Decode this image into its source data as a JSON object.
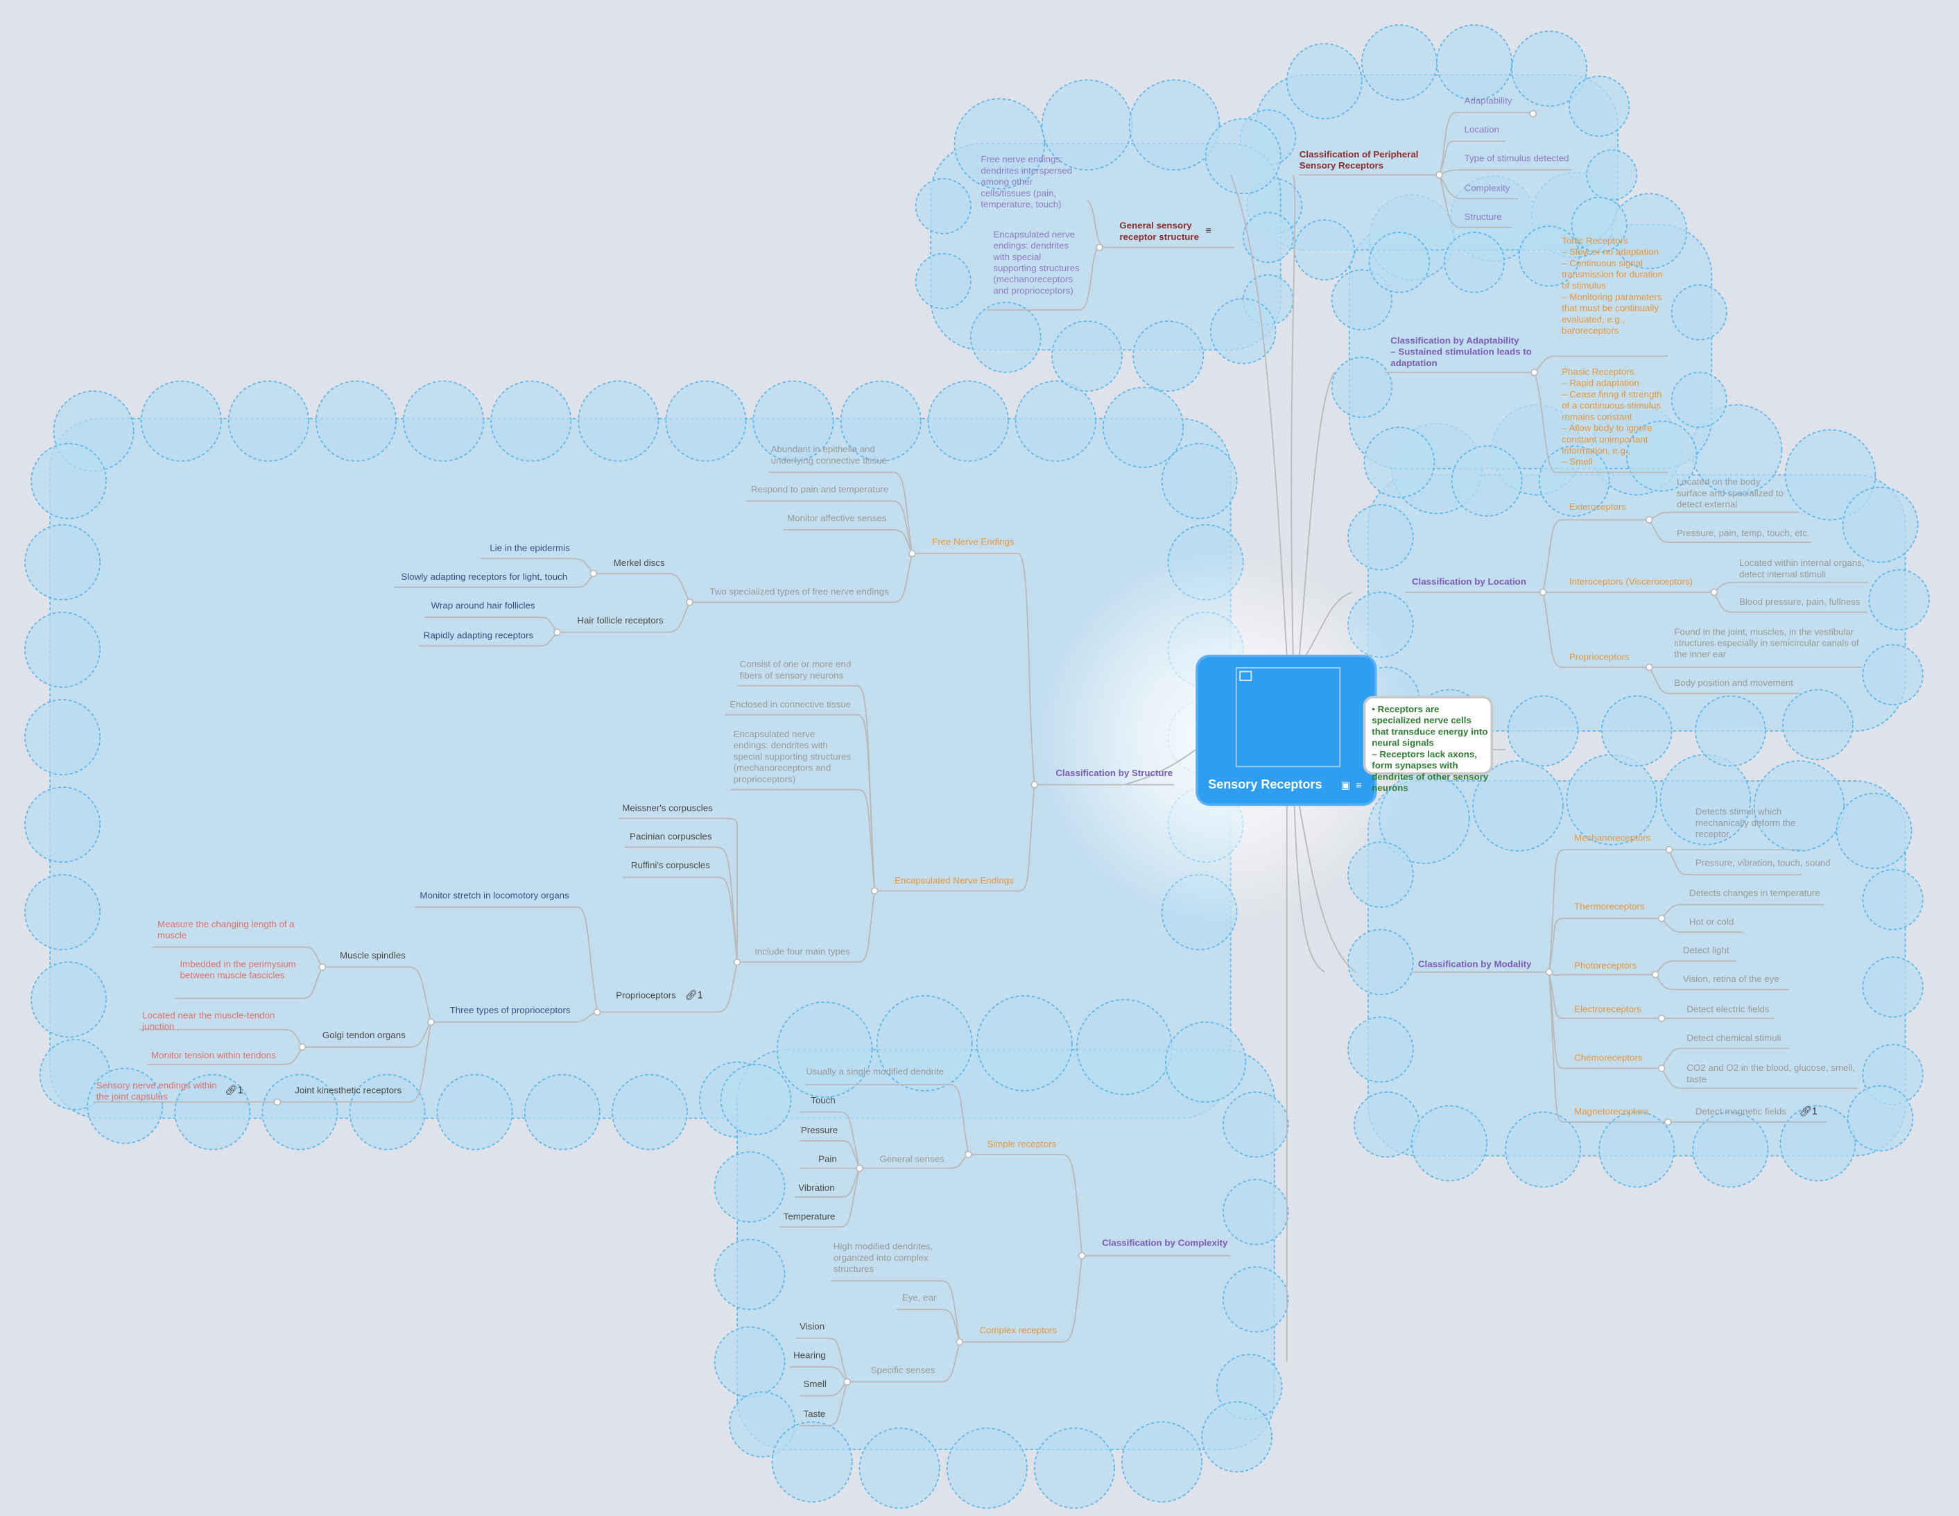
{
  "root": {
    "title": "Sensory Receptors",
    "image_icon": "image-icon",
    "note_icon": "note-icon"
  },
  "root_note": "• Receptors are specialized nerve cells that transduce energy into neural signals\n– Receptors lack axons, form synapses with dendrites of other sensory neurons",
  "general_structure": {
    "title": "General sensory receptor structure",
    "items": [
      "Free nerve endings: dendrites interspersed among other cells/tissues (pain, temperature, touch)",
      "Encapsulated nerve endings: dendrites with special supporting structures (mechanoreceptors and proprioceptors)"
    ]
  },
  "peripheral": {
    "title": "Classification of Peripheral Sensory Receptors",
    "items": [
      "Adaptability",
      "Location",
      "Type of stimulus detected",
      "Complexity",
      "Structure"
    ]
  },
  "adaptability": {
    "title": "Classification by Adaptability\n– Sustained stimulation leads to adaptation",
    "tonic": "Tonic Receptors\n– Slow or no adaptation\n– Continuous signal transmission for duration of stimulus\n– Monitoring parameters that must be continually evaluated, e.g., baroreceptors",
    "phasic": "Phasic Receptors\n– Rapid adaptation\n– Cease firing if strength of a continuous stimulus remains constant\n– Allow body to ignore constant unimportant information, e.g.,\n– Smell"
  },
  "location": {
    "title": "Classification by Location",
    "extero": "Exteroceptors",
    "extero_items": [
      "Located on the body surface and specialized to detect external",
      "Pressure, pain, temp, touch, etc."
    ],
    "intero": "Interoceptors (Visceroceptors)",
    "intero_items": [
      "Located within internal organs, detect internal stimuli",
      "Blood pressure, pain, fullness"
    ],
    "proprio": "Proprioceptors",
    "proprio_items": [
      "Found in the joint, muscles, in the vestibular structures especially in semicircular canals of the inner ear",
      "Body position and movement"
    ]
  },
  "modality": {
    "title": "Classification by Modality",
    "mechano": "Mechanoreceptors",
    "mechano_items": [
      "Detects stimuli which mechanically deform the receptor",
      "Pressure, vibration, touch, sound"
    ],
    "thermo": "Thermoreceptors",
    "thermo_items": [
      "Detects changes in temperature",
      "Hot or cold"
    ],
    "photo": "Photoreceptors",
    "photo_items": [
      "Detect light",
      "Vision, retina of the eye"
    ],
    "electro": "Electroreceptors",
    "electro_items": [
      "Detect electric fields"
    ],
    "chemo": "Chemoreceptors",
    "chemo_items": [
      "Detect chemical stimuli",
      "CO2 and O2 in the blood, glucose, smell, taste"
    ],
    "magneto": "Magnetoreceptors",
    "magneto_items": [
      "Detect magnetic fields"
    ],
    "link_count": "1"
  },
  "structure": {
    "title": "Classification by Structure",
    "free": "Free Nerve Endings",
    "free_items": [
      "Abundant in epithelia and underlying connective tissue",
      "Respond to pain and temperature",
      "Monitor affective senses",
      "Two specialized types of free nerve endings"
    ],
    "merkel": "Merkel discs",
    "merkel_items": [
      "Lie in the epidermis",
      "Slowly adapting receptors for light, touch"
    ],
    "hair": "Hair follicle receptors",
    "hair_items": [
      "Wrap around hair follicles",
      "Rapidly adapting receptors"
    ],
    "encap": "Encapsulated Nerve Endings",
    "encap_items": [
      "Consist of one or more end fibers of sensory neurons",
      "Enclosed in connective tissue",
      "Encapsulated nerve endings: dendrites with special supporting structures (mechanoreceptors and proprioceptors)",
      "Include four main types"
    ],
    "four_types": [
      "Meissner's corpuscles",
      "Pacinian corpuscles",
      "Ruffini's corpuscles"
    ],
    "proprio": "Proprioceptors",
    "proprio_link": "1",
    "monitor": "Monitor stretch in locomotory organs",
    "three": "Three types of proprioceptors",
    "spindles": "Muscle spindles",
    "spindles_items": [
      "Measure the changing length of a muscle",
      "Imbedded in the perimysium between muscle fascicles"
    ],
    "golgi": "Golgi tendon organs",
    "golgi_items": [
      "Located near the muscle-tendon junction",
      "Monitor tension within tendons"
    ],
    "joint": "Joint kinesthetic receptors",
    "joint_items": [
      "Sensory nerve endings within the joint capsules"
    ],
    "joint_link": "1"
  },
  "complexity": {
    "title": "Classification by Complexity",
    "simple": "Simple receptors",
    "simple_items": [
      "Usually a single modified dendrite",
      "General senses"
    ],
    "general": [
      "Touch",
      "Pressure",
      "Pain",
      "Vibration",
      "Temperature"
    ],
    "complex": "Complex receptors",
    "complex_items": [
      "High modified dendrites, organized into complex structures",
      "Eye, ear",
      "Specific senses"
    ],
    "specific": [
      "Vision",
      "Hearing",
      "Smell",
      "Taste"
    ]
  },
  "colors": {
    "cloud_fill": "#b9dbee",
    "cloud_stroke": "#5ab8ef",
    "root_fill": "#2f9df2",
    "connector": "#b7b7b7"
  }
}
